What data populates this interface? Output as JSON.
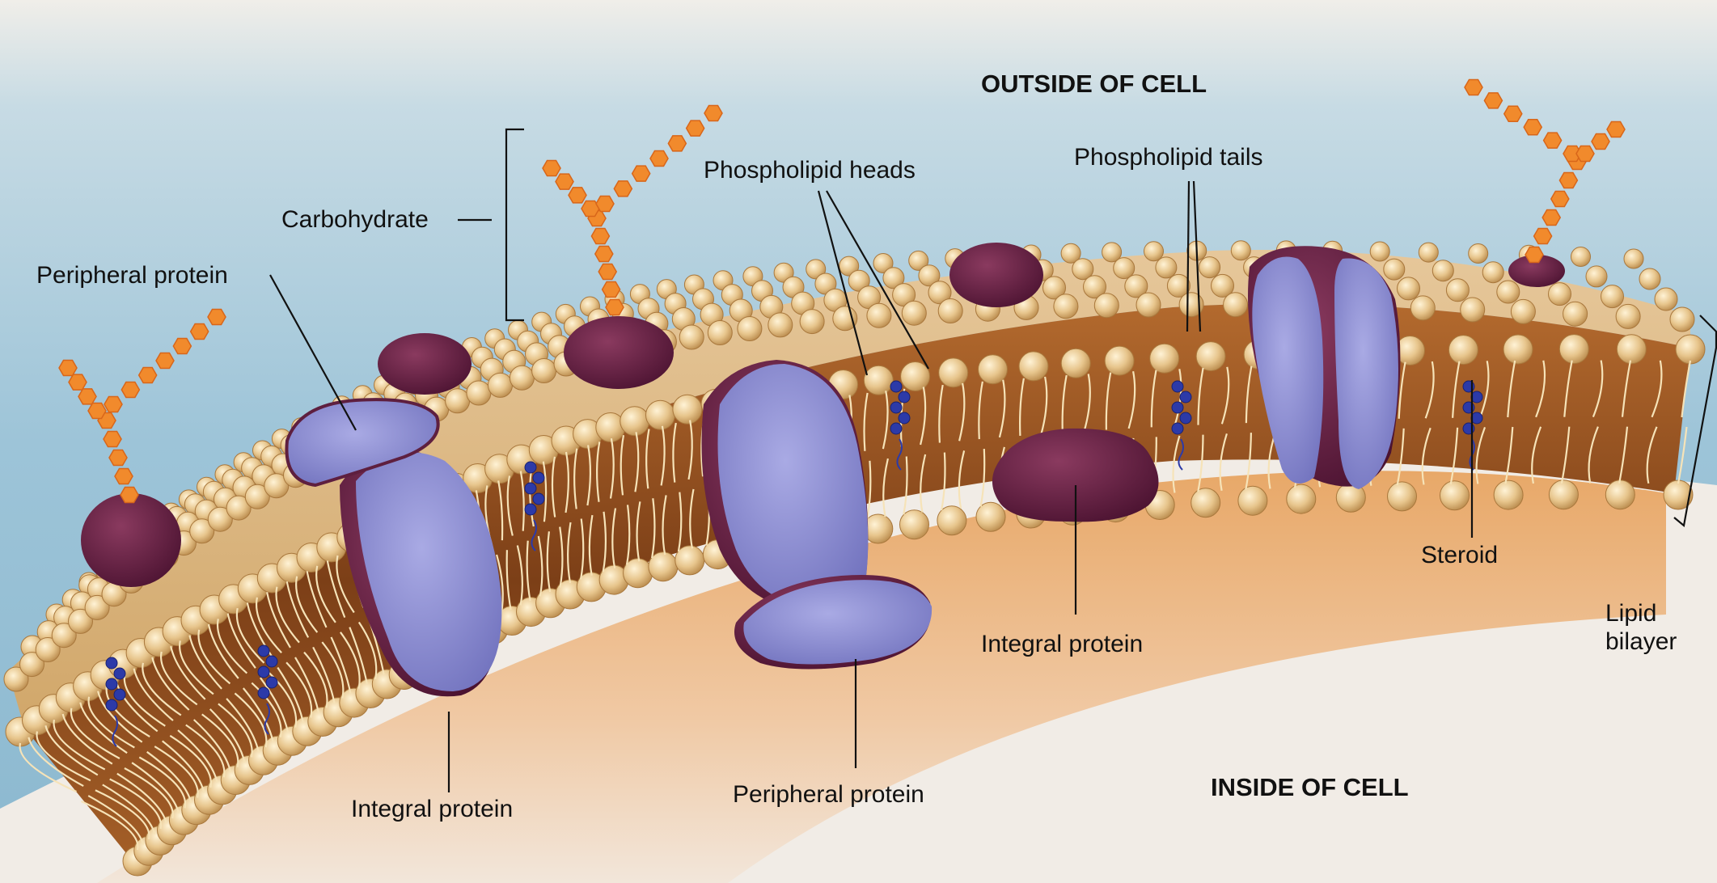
{
  "diagram": {
    "labels": {
      "outside": "OUTSIDE OF CELL",
      "inside": "INSIDE OF CELL",
      "carbohydrate": "Carbohydrate",
      "peripheral_protein_left": "Peripheral protein",
      "peripheral_protein_bottom": "Peripheral protein",
      "phospholipid_heads": "Phospholipid heads",
      "phospholipid_tails": "Phospholipid tails",
      "integral_protein_left": "Integral protein",
      "integral_protein_center": "Integral protein",
      "steroid": "Steroid",
      "lipid_bilayer": "Lipid bilayer"
    }
  },
  "colors": {
    "sky": "#a9ccdd",
    "lipid_head": "#e8c993",
    "lipid_tail_band": "#8a4a1e",
    "cytoplasm": "#e3a26a",
    "protein_purple": "#8e8fd0",
    "protein_dark": "#5e1f3f",
    "carbohydrate_orange": "#f08a2a",
    "steroid_blue": "#2c3aa8"
  }
}
